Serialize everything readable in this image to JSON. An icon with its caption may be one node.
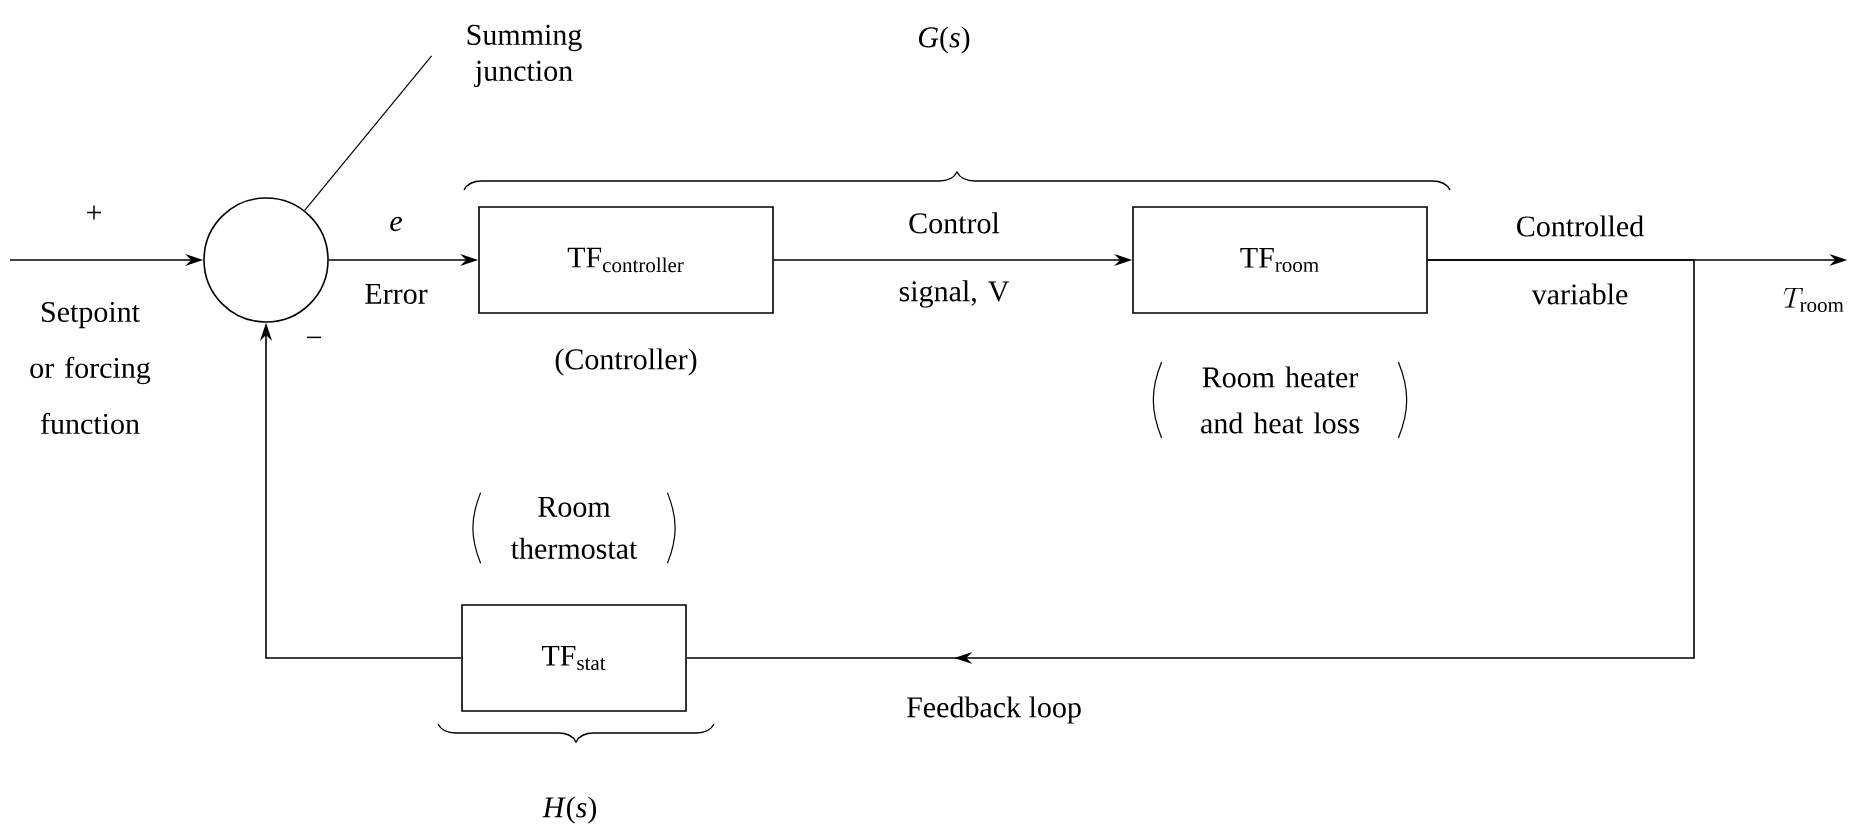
{
  "diagram": {
    "nodes": [
      {
        "text": [
          "Summing junction"
        ]
      },
      {
        "text": [],
        "shape": "circle",
        "beside": [
          "−"
        ]
      },
      {
        "text": [
          "\\mathrm{TF}_{\\mathrm{controller}}"
        ],
        "beside": [
          "(Controller)"
        ]
      },
      {
        "text": [
          "\\mathrm{TF}_{\\mathrm{room}}"
        ],
        "beside": [
          "Room heater and heat loss"
        ]
      },
      {
        "text": [
          "\\mathrm{TF}_{\\mathrm{stat}}"
        ],
        "beside": [
          "Room thermostat"
        ]
      },
      {
        "text": [
          "T_{\\mathrm{room}}"
        ]
      }
    ],
    "edges": [
      {
        "from": 0,
        "to": 1,
        "arrow": "none"
      },
      {
        "from": null,
        "to": 1,
        "arrow": "to",
        "label": "+"
      },
      {
        "from": 1,
        "to": 2,
        "arrow": "to",
        "label": "*e*"
      },
      {
        "from": 2,
        "to": 3,
        "arrow": "to"
      },
      {
        "from": 3,
        "to": 5,
        "arrow": "to"
      },
      {
        "from": 3,
        "to": 4,
        "arrow": "to",
        "label": "Feedback loop"
      },
      {
        "from": 4,
        "to": 1,
        "arrow": "to"
      }
    ],
    "labels": [
      "*G*(*s*)",
      "Setpoint or forcing function",
      "Error",
      "Control signal, V",
      "Controlled variable",
      "*H*(*s*)"
    ]
  }
}
